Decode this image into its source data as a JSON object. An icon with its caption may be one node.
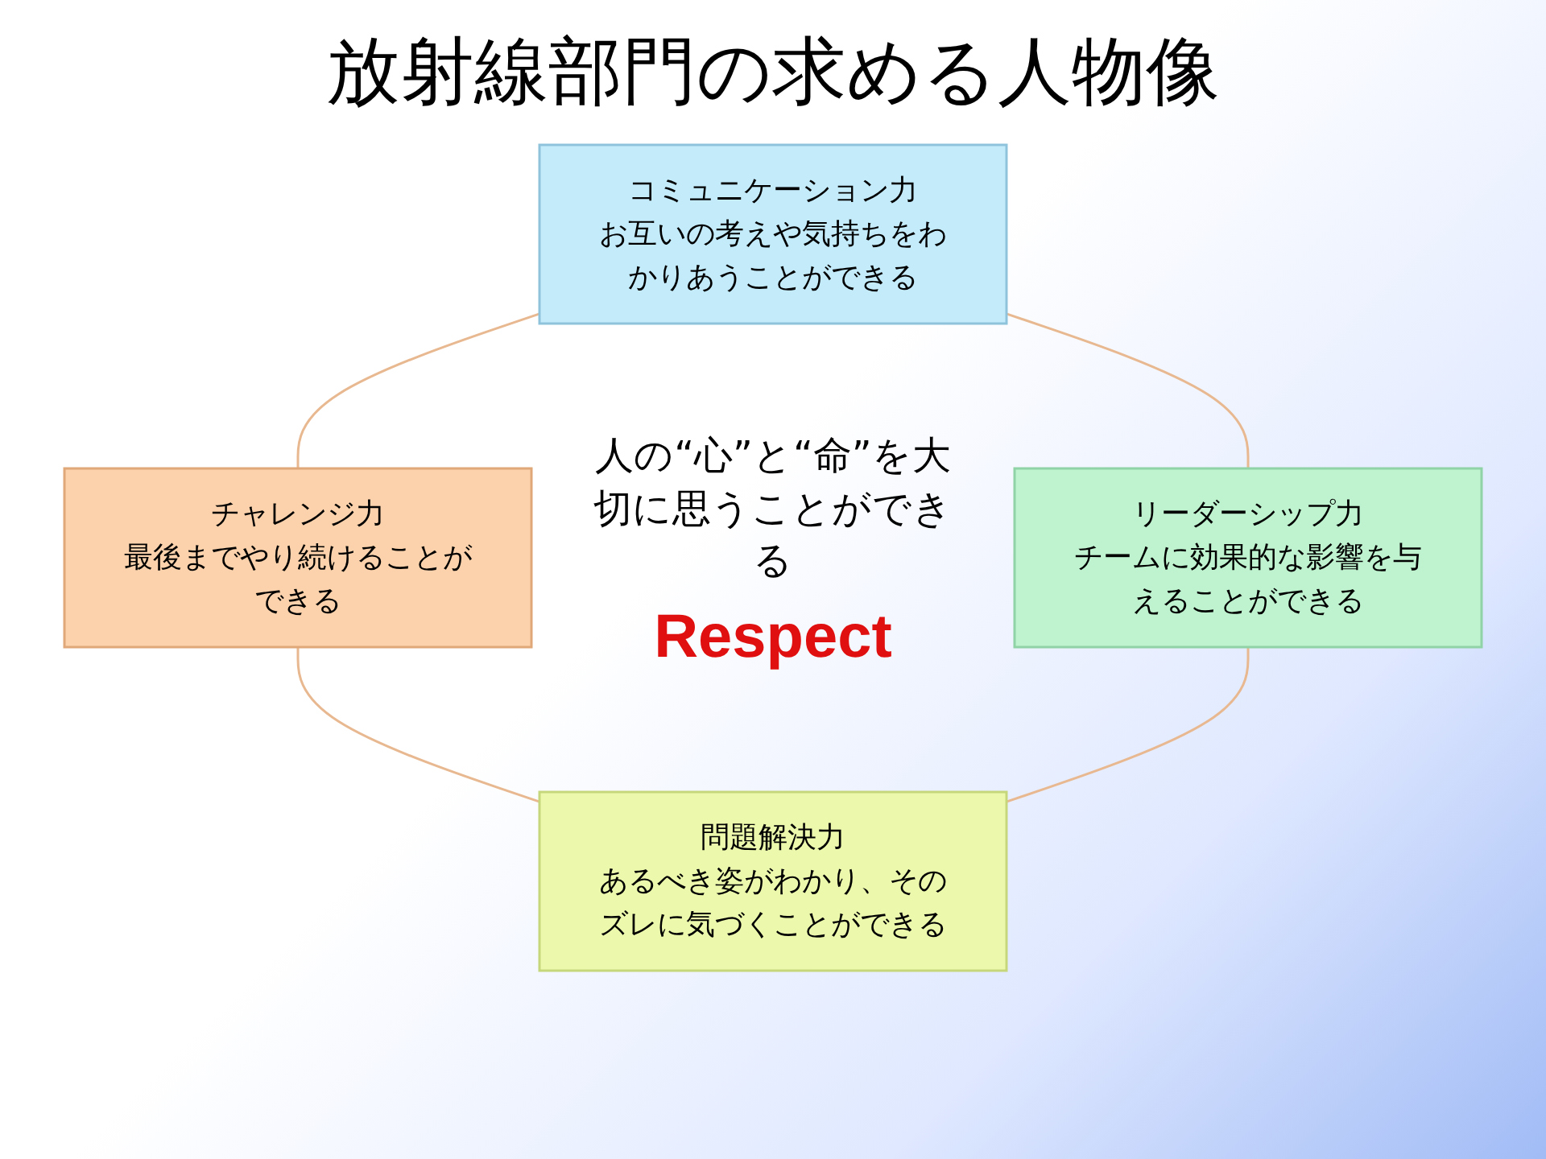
{
  "diagram": {
    "title": "放射線部門の求める人物像",
    "nodes": [
      {
        "text": [
          "コミュニケーション力",
          "お互いの考えや気持ちをわかりあうことができる"
        ]
      },
      {
        "text": [
          "チャレンジ力",
          "最後までやり続けることができる"
        ]
      },
      {
        "text": [
          "リーダーシップ力",
          "チームに効果的な影響を与えることができる"
        ]
      },
      {
        "text": [
          "問題解決力",
          "あるべき姿がわかり、そのズレに気づくことができる"
        ]
      }
    ],
    "edges": [
      {
        "from": 0,
        "to": 1,
        "arrow": "none"
      },
      {
        "from": 0,
        "to": 2,
        "arrow": "none"
      },
      {
        "from": 1,
        "to": 3,
        "arrow": "none"
      },
      {
        "from": 2,
        "to": 3,
        "arrow": "none"
      }
    ],
    "labels": [
      "人の“心”と“命”を大切に思うことができる",
      "Respect"
    ]
  }
}
